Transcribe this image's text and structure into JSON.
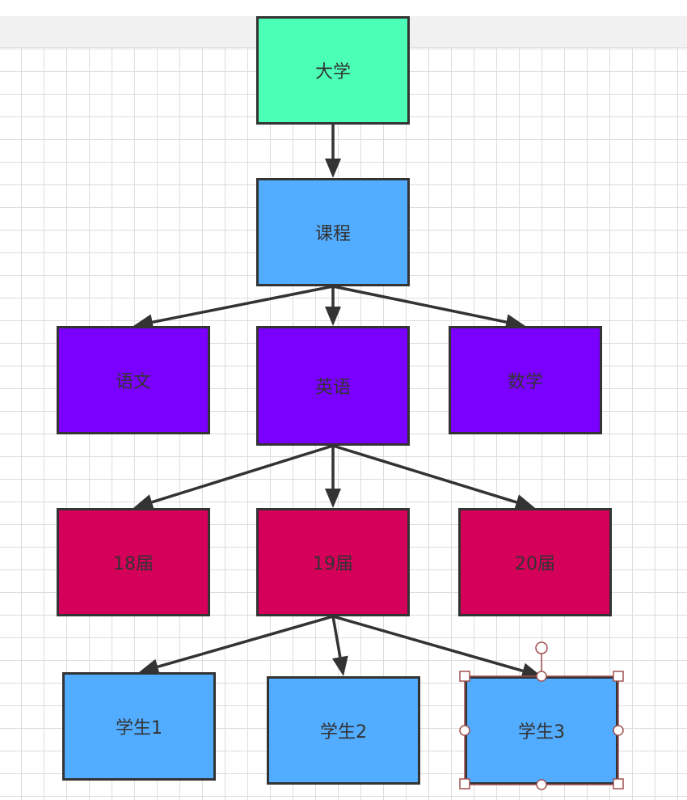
{
  "colors": {
    "green": "#4bffb7",
    "blue": "#52acff",
    "purple": "#7a00ff",
    "crimson": "#d40059",
    "stroke": "#333333",
    "selection": "#a05050"
  },
  "nodes": {
    "daxue": {
      "label": "大学"
    },
    "kecheng": {
      "label": "课程"
    },
    "yuwen": {
      "label": "语文"
    },
    "yingyu": {
      "label": "英语"
    },
    "shuxue": {
      "label": "数学"
    },
    "jie18": {
      "label": "18届"
    },
    "jie19": {
      "label": "19届"
    },
    "jie20": {
      "label": "20届"
    },
    "xuesheng1": {
      "label": "学生1"
    },
    "xuesheng2": {
      "label": "学生2"
    },
    "xuesheng3": {
      "label": "学生3"
    }
  },
  "edges": [
    {
      "from": "daxue",
      "to": "kecheng"
    },
    {
      "from": "kecheng",
      "to": "yuwen"
    },
    {
      "from": "kecheng",
      "to": "yingyu"
    },
    {
      "from": "kecheng",
      "to": "shuxue"
    },
    {
      "from": "yingyu",
      "to": "jie18"
    },
    {
      "from": "yingyu",
      "to": "jie19"
    },
    {
      "from": "yingyu",
      "to": "jie20"
    },
    {
      "from": "jie19",
      "to": "xuesheng1"
    },
    {
      "from": "jie19",
      "to": "xuesheng2"
    },
    {
      "from": "jie19",
      "to": "xuesheng3"
    }
  ],
  "selected": "xuesheng3"
}
